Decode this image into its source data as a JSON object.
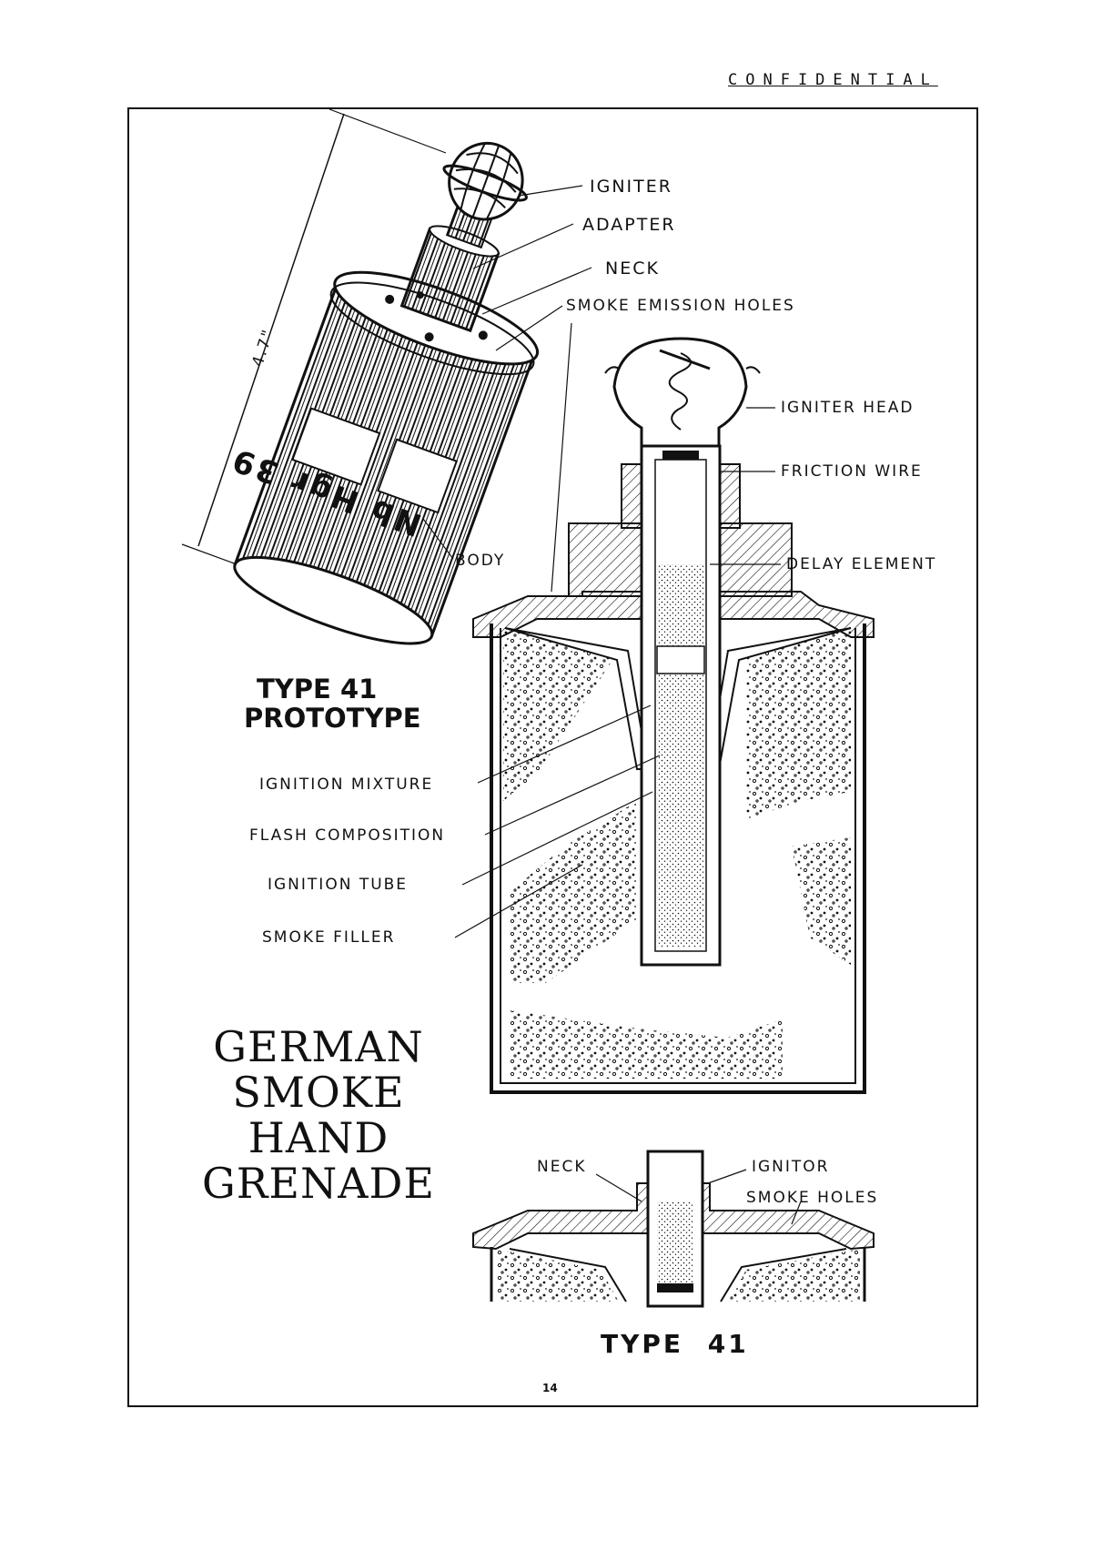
{
  "header": {
    "classification": "CONFIDENTIAL"
  },
  "prototype": {
    "heading_line1": "TYPE 41",
    "heading_line2": "PROTOTYPE",
    "dimension": "4.7\"",
    "labels": {
      "igniter": "IGNITER",
      "adapter": "ADAPTER",
      "neck": "NECK",
      "smoke_emission_holes": "SMOKE EMISSION HOLES",
      "body": "BODY"
    },
    "body_marking": "Nb Hgr 39"
  },
  "section": {
    "labels": {
      "igniter_head": "IGNITER HEAD",
      "friction_wire": "FRICTION WIRE",
      "delay_element": "DELAY ELEMENT",
      "ignition_mixture": "IGNITION MIXTURE",
      "flash_composition": "FLASH COMPOSITION",
      "ignition_tube": "IGNITION TUBE",
      "smoke_filler": "SMOKE FILLER"
    }
  },
  "title": {
    "line1": "GERMAN",
    "line2": "SMOKE",
    "line3": "HAND",
    "line4": "GRENADE"
  },
  "type41": {
    "labels": {
      "neck": "NECK",
      "ignitor": "IGNITOR",
      "smoke_holes": "SMOKE HOLES"
    },
    "caption": "TYPE 41"
  },
  "footer": {
    "page_number": "14"
  }
}
